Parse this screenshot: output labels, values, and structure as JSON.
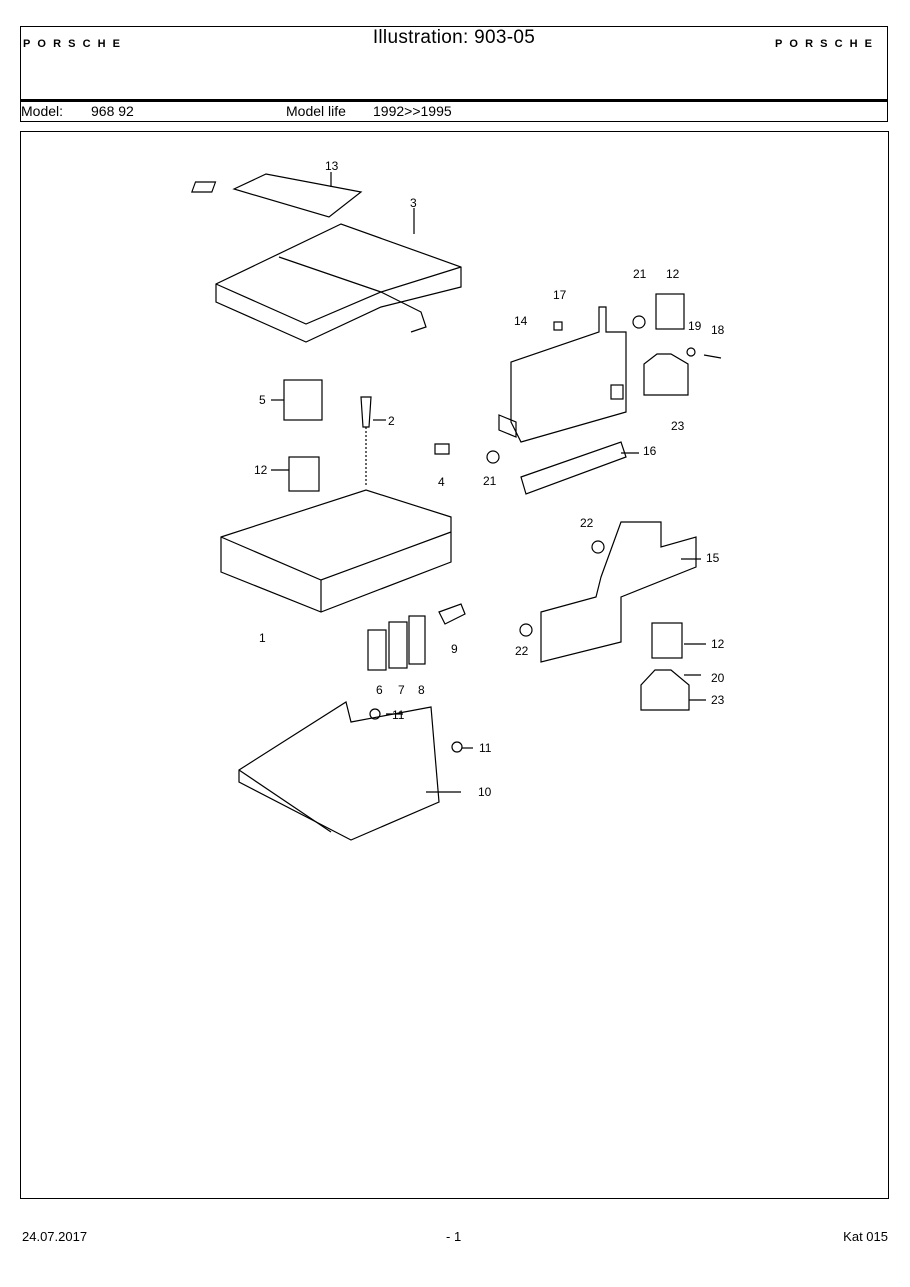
{
  "header": {
    "logo_text": "PORSCHE",
    "title": "Illustration: 903-05",
    "model_label": "Model:",
    "model_value": "968 92",
    "model_life_label": "Model life",
    "model_life_value": "1992>>1995"
  },
  "callouts": [
    "13",
    "3",
    "17",
    "21",
    "12",
    "14",
    "19",
    "18",
    "5",
    "2",
    "23",
    "4",
    "21",
    "16",
    "12",
    "22",
    "15",
    "1",
    "9",
    "6",
    "7",
    "8",
    "22",
    "12",
    "20",
    "11",
    "23",
    "11",
    "10"
  ],
  "footer": {
    "date": "24.07.2017",
    "page": "- 1",
    "catalog": "Kat 015"
  }
}
